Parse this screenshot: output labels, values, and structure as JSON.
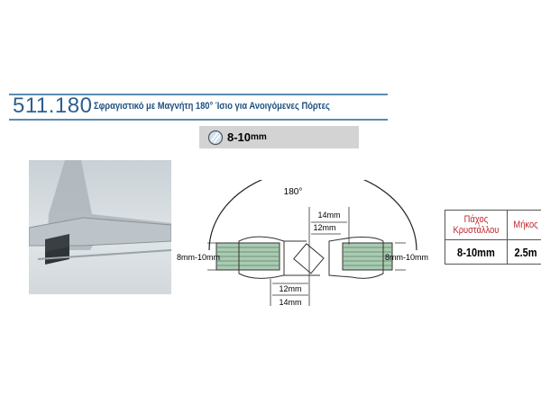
{
  "header": {
    "code": "511.180",
    "title": "Σφραγιστικό με Μαγνήτη 180° Ίσιο για Ανοιγόμενες Πόρτες"
  },
  "thickness_badge": {
    "icon": "glass-icon",
    "value": "8-10",
    "unit": "mm"
  },
  "diagram": {
    "angle": "180°",
    "top_outer": "14mm",
    "top_inner": "12mm",
    "bottom_inner": "12mm",
    "bottom_outer": "14mm",
    "left_glass": "8mm-10mm",
    "right_glass": "8mm-10mm"
  },
  "spec_table": {
    "headers": [
      "Πάχος Κρυστάλλου",
      "Μήκος"
    ],
    "values": [
      "8-10mm",
      "2.5m"
    ]
  }
}
